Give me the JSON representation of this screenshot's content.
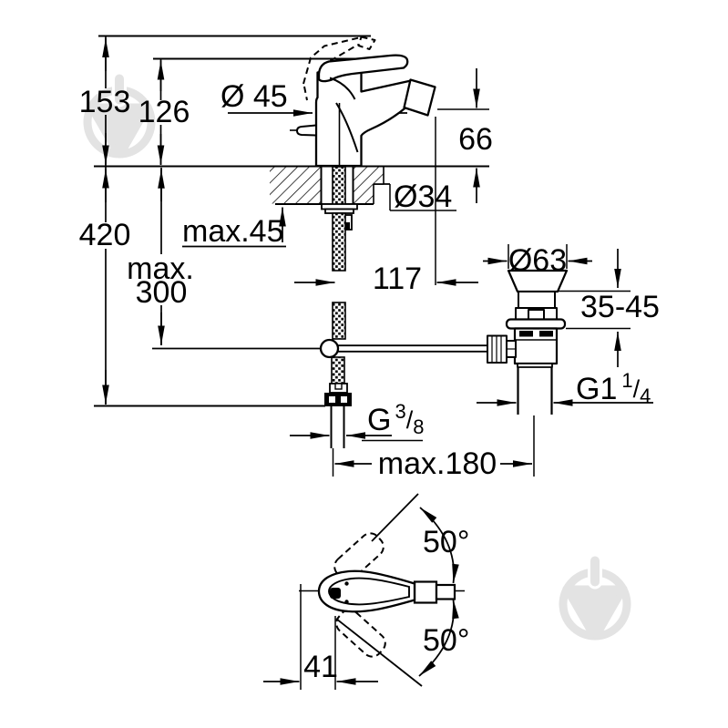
{
  "page": {
    "type": "product-dimension-diagram",
    "background": "#ffffff",
    "line_color": "#000000",
    "watermark_color": "#e3e3e3"
  },
  "drawing": {
    "subject": "single-lever bidet mixer with pop-up waste set, installation dimension drawing",
    "views": [
      "front elevation with mounting deck section",
      "pop-up waste side view",
      "handle swing top view"
    ]
  },
  "labels": {
    "height_open_handle": "153",
    "height_handle": "126",
    "body_diameter": "Ø 45",
    "spout_outlet_height": "66",
    "mounting_hole_diameter": "Ø34",
    "max_deck_thickness": "max.45",
    "overall_height": "420",
    "hose_length_line1": "max.",
    "hose_length_line2": "300",
    "spout_reach": "117",
    "waste_flange_diameter": "Ø63",
    "clamping_range": "35-45",
    "waste_thread_main": "G1",
    "waste_thread_sup": "1",
    "waste_thread_slash": "/",
    "waste_thread_sub": "4",
    "supply_thread_main": "G",
    "supply_thread_sup": "3",
    "supply_thread_slash": "/",
    "supply_thread_sub": "8",
    "max_center_distance": "max.180",
    "swing_angle_upper": "50°",
    "swing_angle_lower": "50°",
    "handle_width": "41"
  }
}
